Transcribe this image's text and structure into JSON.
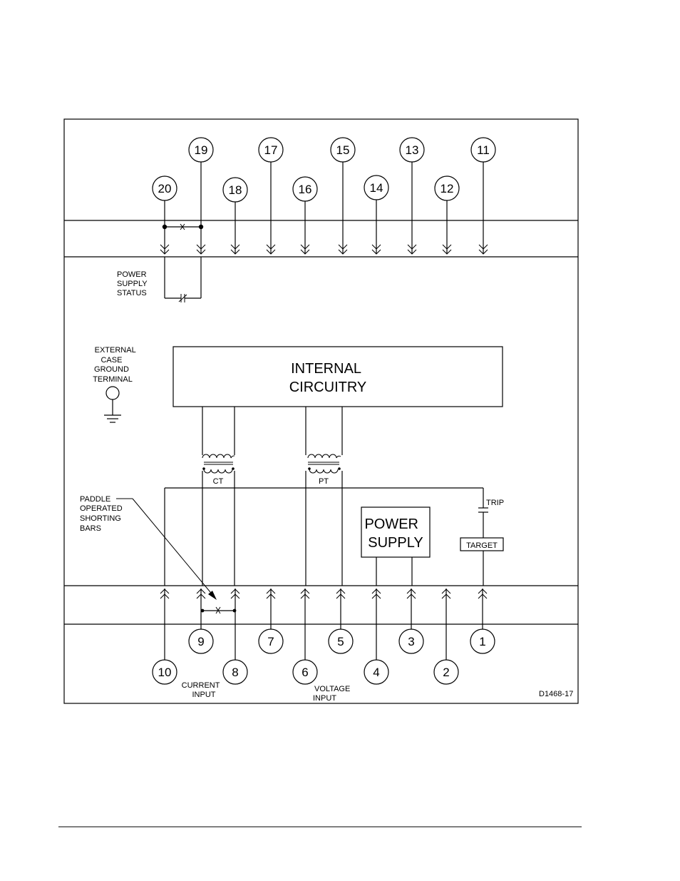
{
  "terminals_top": [
    {
      "id": "20"
    },
    {
      "id": "19"
    },
    {
      "id": "18"
    },
    {
      "id": "17"
    },
    {
      "id": "16"
    },
    {
      "id": "15"
    },
    {
      "id": "14"
    },
    {
      "id": "13"
    },
    {
      "id": "12"
    },
    {
      "id": "11"
    }
  ],
  "terminals_bottom": [
    {
      "id": "10"
    },
    {
      "id": "9"
    },
    {
      "id": "8"
    },
    {
      "id": "7"
    },
    {
      "id": "6"
    },
    {
      "id": "5"
    },
    {
      "id": "4"
    },
    {
      "id": "3"
    },
    {
      "id": "2"
    },
    {
      "id": "1"
    }
  ],
  "labels": {
    "power_supply_status": [
      "POWER",
      "SUPPLY",
      "STATUS"
    ],
    "external_ground": [
      "EXTERNAL",
      "CASE",
      "GROUND",
      "TERMINAL"
    ],
    "internal_circuitry": [
      "INTERNAL",
      "CIRCUITRY"
    ],
    "ct": "CT",
    "pt": "PT",
    "paddle": [
      "PADDLE",
      "OPERATED",
      "SHORTING",
      "BARS"
    ],
    "trip": "TRIP",
    "target": "TARGET",
    "power_supply": [
      "POWER",
      "SUPPLY"
    ],
    "current_input": [
      "CURRENT",
      "INPUT"
    ],
    "voltage_input": [
      "VOLTAGE",
      "INPUT"
    ],
    "drawing_number": "D1468-17"
  }
}
